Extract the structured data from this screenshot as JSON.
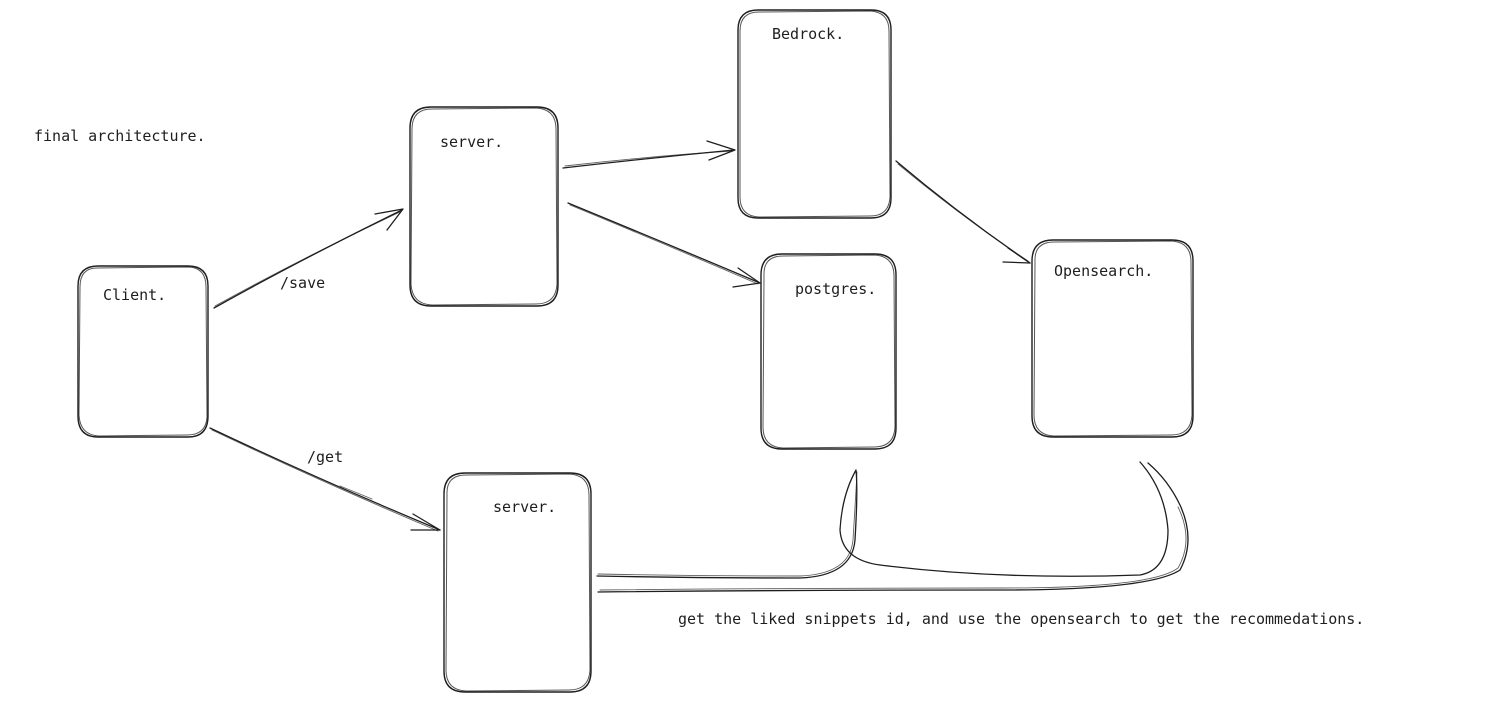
{
  "nodes": {
    "client": "Client.",
    "server_save": "server.",
    "bedrock": "Bedrock.",
    "postgres": "postgres.",
    "opensearch": "Opensearch.",
    "server_get": "server."
  },
  "edges": {
    "save": "/save",
    "get": "/get"
  },
  "notes": {
    "title": "final architecture.",
    "recommendation": "get the liked snippets id, and use the opensearch to get the recommedations."
  }
}
